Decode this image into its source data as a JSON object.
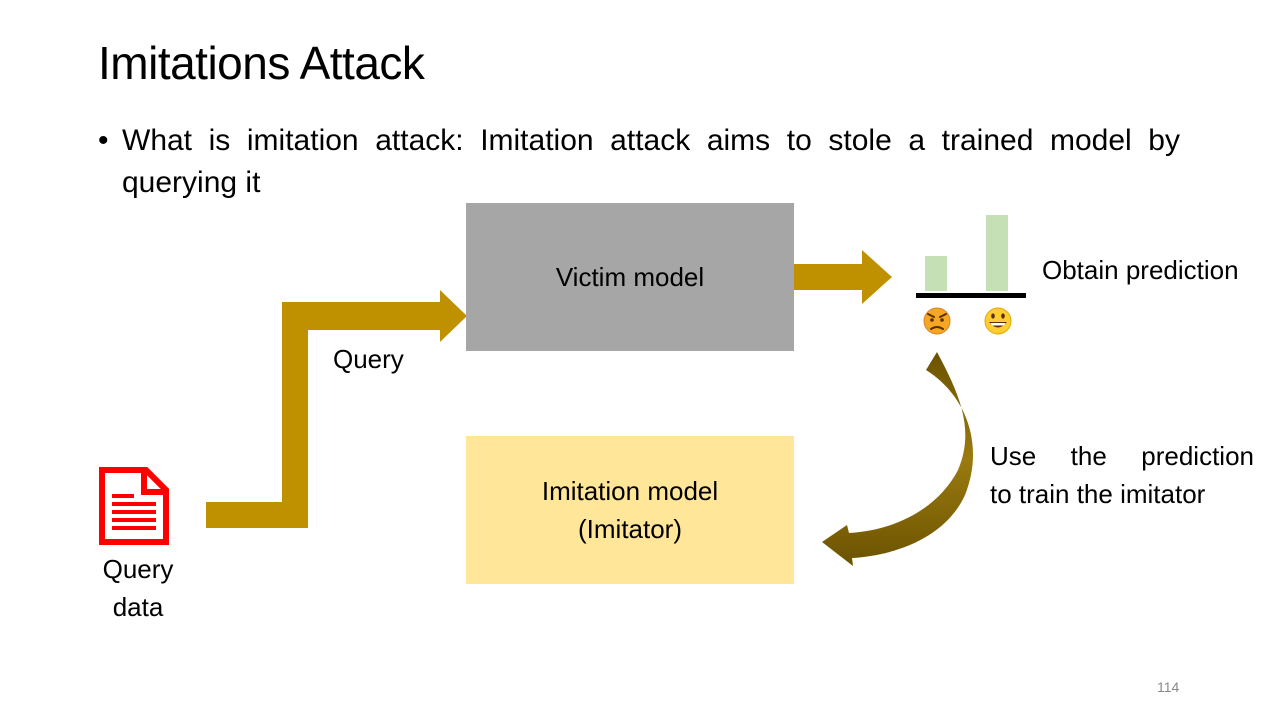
{
  "slide": {
    "title": "Imitations Attack",
    "bullet": "What is imitation attack: Imitation attack aims to stole a trained model by querying it",
    "page_number": "114"
  },
  "diagram": {
    "victim_model": "Victim model",
    "imitation_model_line1": "Imitation model",
    "imitation_model_line2": "(Imitator)",
    "query_label": "Query",
    "obtain_label": "Obtain prediction",
    "use_label_line1": "Use the prediction",
    "use_label_line2": "to train the imitator",
    "query_data_line1": "Query",
    "query_data_line2": "data",
    "prediction_bars": [
      {
        "class": "angry-face-icon",
        "value": 0.46
      },
      {
        "class": "grinning-face-icon",
        "value": 1.0
      }
    ],
    "colors": {
      "arrow": "#bf9000",
      "curved_arrow": "#7f6000",
      "victim_box": "#a6a6a6",
      "imitator_box": "#ffe699",
      "bar": "#c5e0b4",
      "doc_icon": "#ff0000"
    }
  }
}
